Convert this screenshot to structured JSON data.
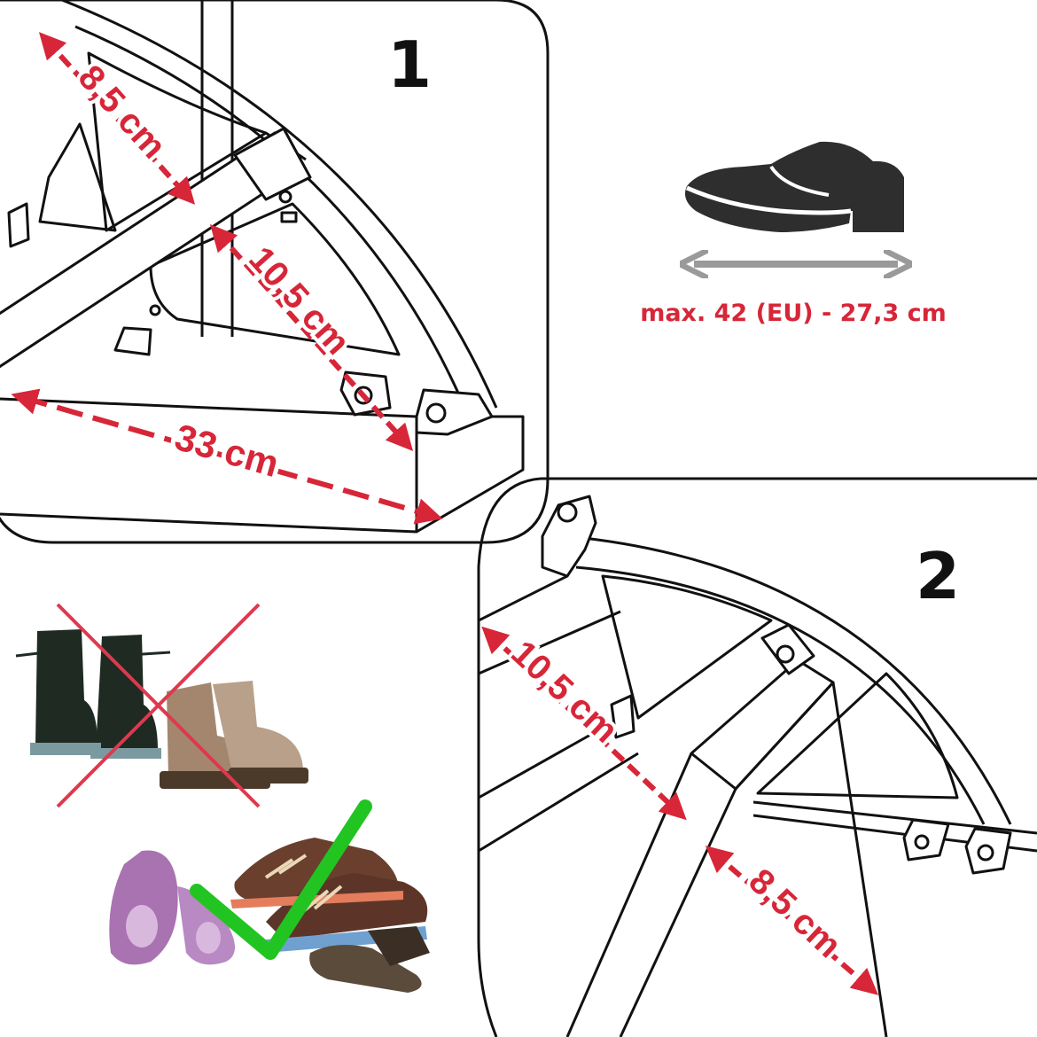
{
  "panel1": {
    "step": "1",
    "dim_top": "8,5 cm",
    "dim_middle": "10,5 cm",
    "dim_base": "33 cm"
  },
  "panel2": {
    "step": "2",
    "dim_left": "10,5 cm",
    "dim_right": "8,5 cm"
  },
  "shoe_size": {
    "text": "max. 42 (EU) - 27,3 cm",
    "icon": "dress-shoe-icon"
  },
  "footwear": {
    "not_allowed": [
      "black-combat-boots",
      "brown-work-boots"
    ],
    "allowed": [
      "ballet-flats",
      "sneakers",
      "slippers"
    ]
  },
  "colors": {
    "accent": "#d72638",
    "line": "#111111",
    "arrow_gray": "#9a9a9a",
    "check": "#22c422",
    "shoe_dark": "#2e2e2e"
  }
}
